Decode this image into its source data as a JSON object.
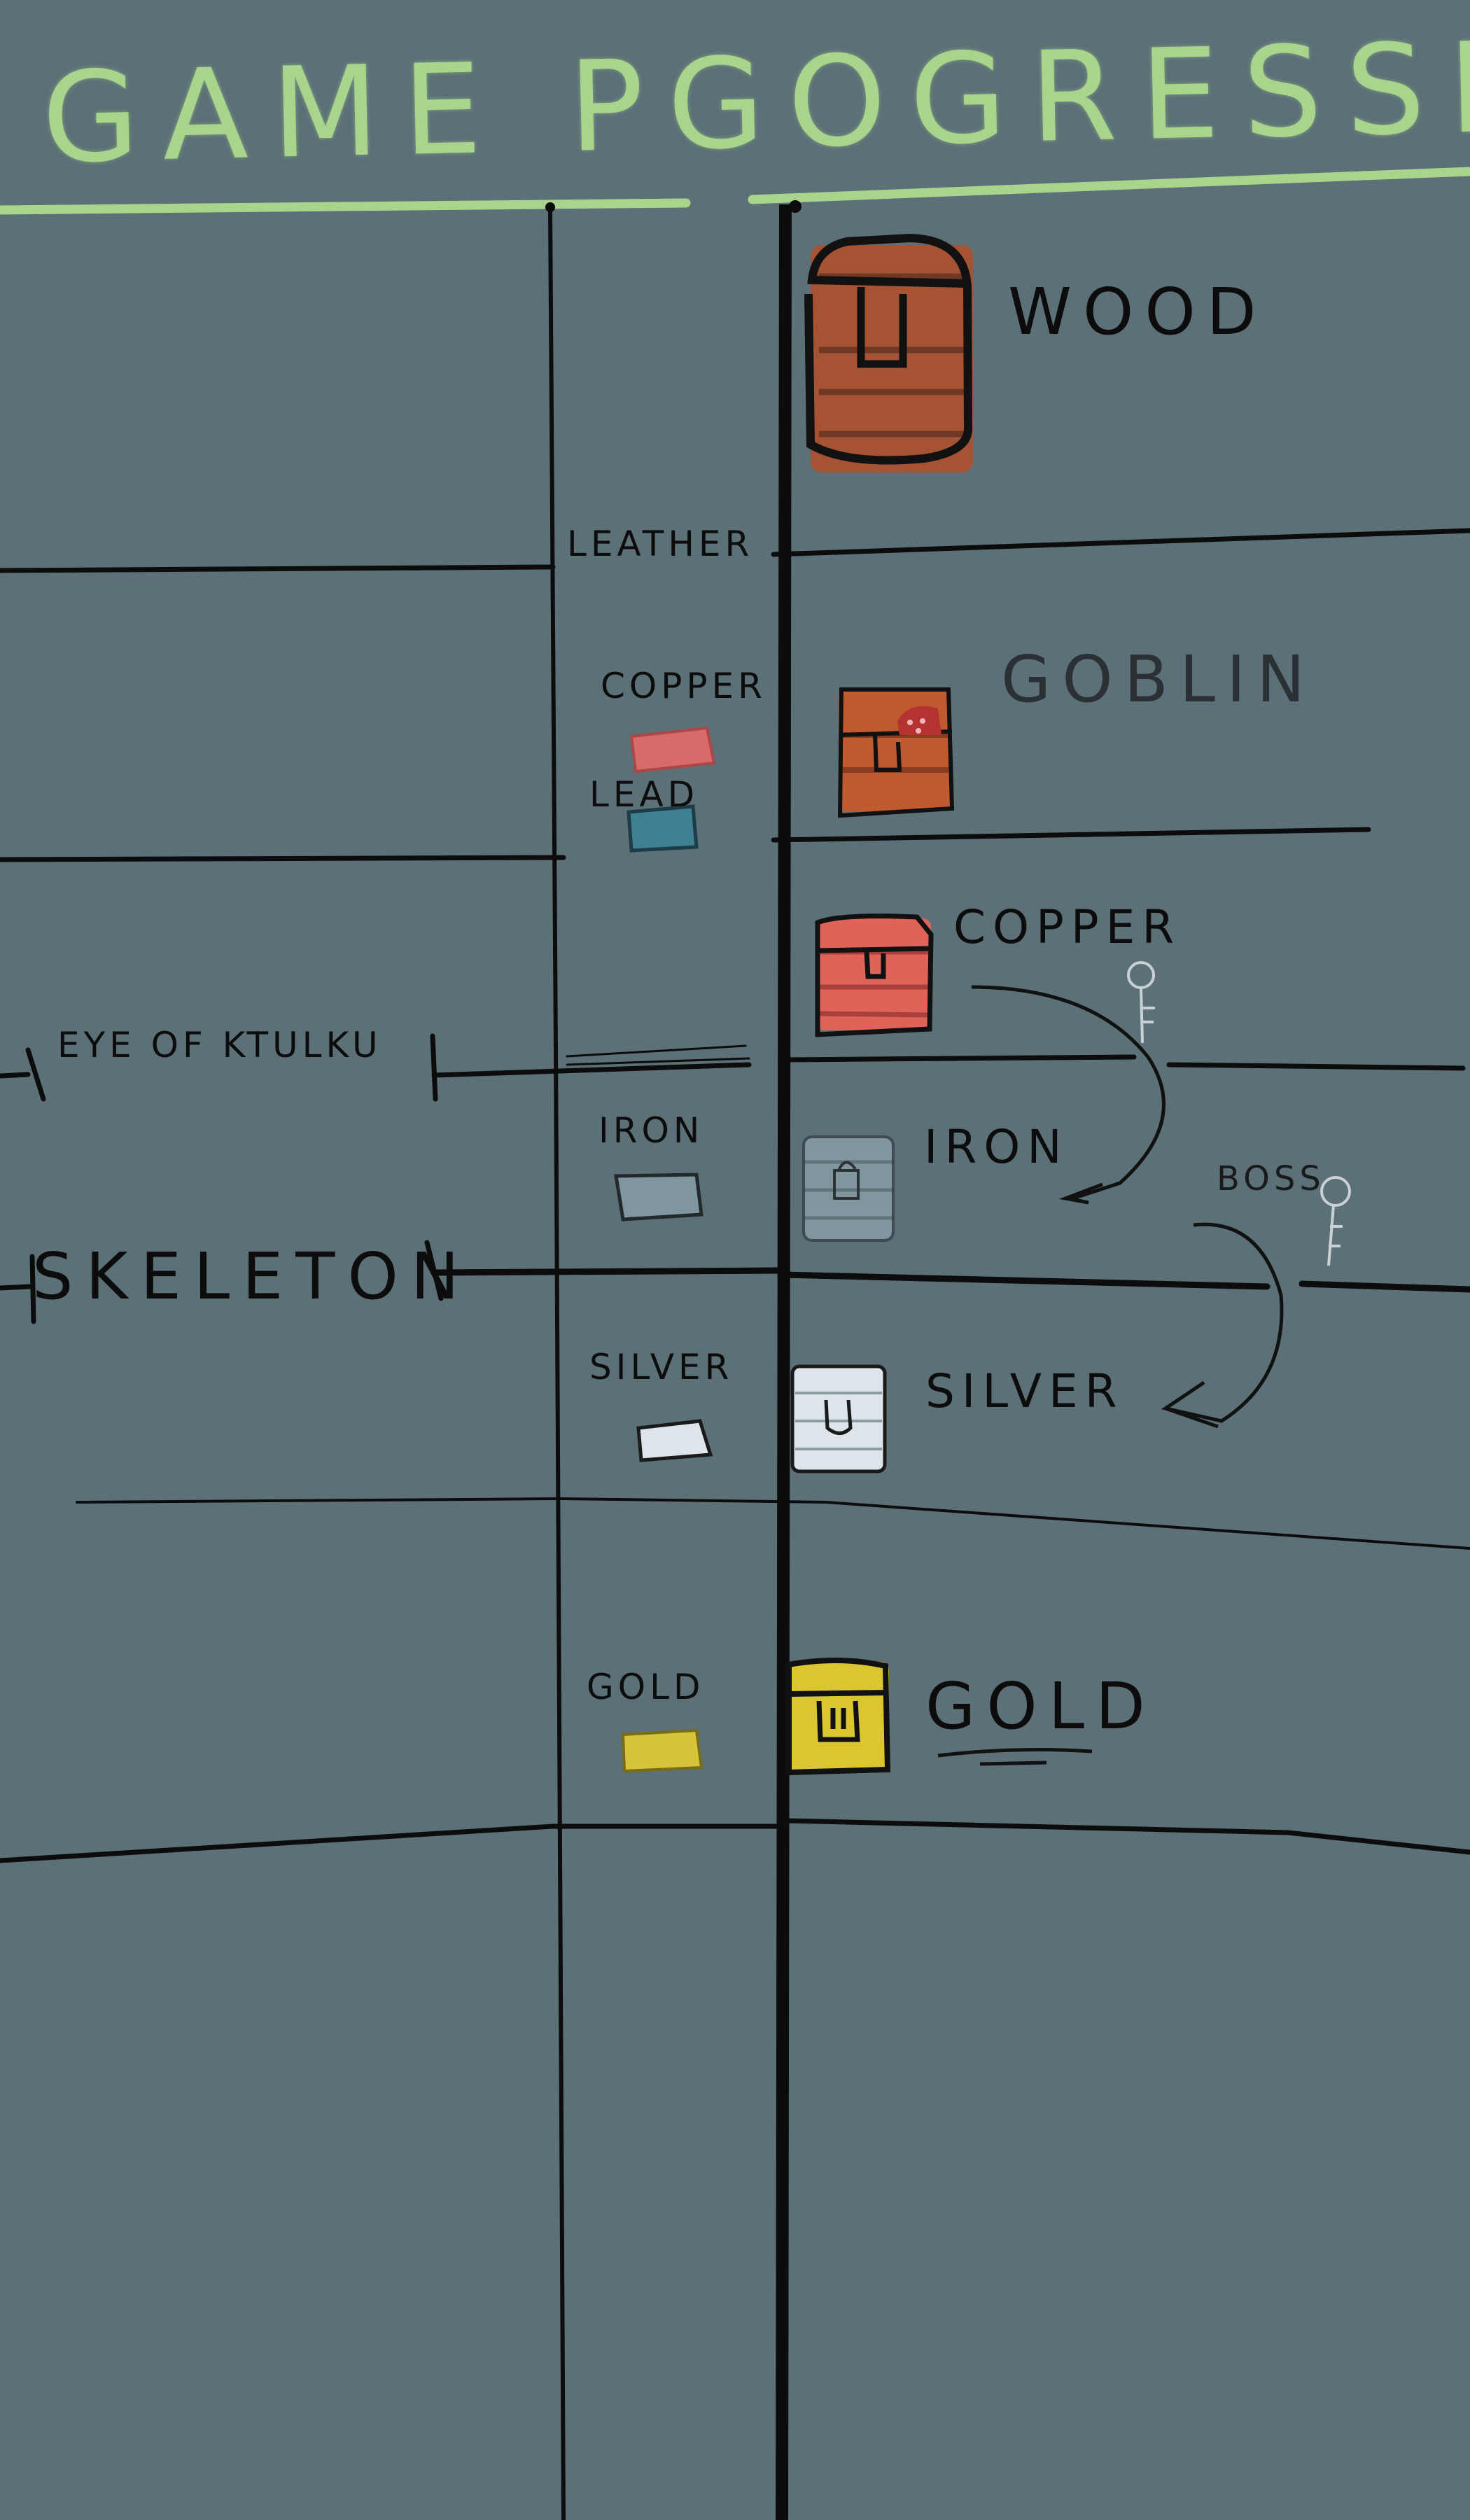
{
  "title": "GAME PGOGRESSION",
  "tiers": [
    {
      "tier_name": "WOOD",
      "chest_color": "#a65333"
    },
    {
      "tier_name": "GOBLIN",
      "chest_color": "#c05a2f",
      "material_top": "COPPER",
      "material_top_color": "#d86a6a",
      "material_bottom": "LEAD",
      "material_bottom_color": "#3f7f91"
    },
    {
      "tier_name": "COPPER",
      "chest_color": "#e0635a"
    },
    {
      "tier_name": "IRON",
      "chest_color": "#7f969e",
      "material_top": "IRON",
      "material_top_color": "#7f969e"
    },
    {
      "tier_name": "SILVER",
      "chest_color": "#dde5ea",
      "material_top": "SILVER",
      "material_top_color": "#dde5ea"
    },
    {
      "tier_name": "GOLD",
      "chest_color": "#dcc62f",
      "material_top": "GOLD",
      "material_top_color": "#d6c43a"
    }
  ],
  "divider_labels": {
    "leather": "LEATHER",
    "eye": "EYE OF KTULKU",
    "skeleton": "SKELETON"
  },
  "boss_label": "BOSS",
  "colors": {
    "background": "#5b7177",
    "title": "#a9d48c",
    "ink": "#0c0c0c"
  }
}
